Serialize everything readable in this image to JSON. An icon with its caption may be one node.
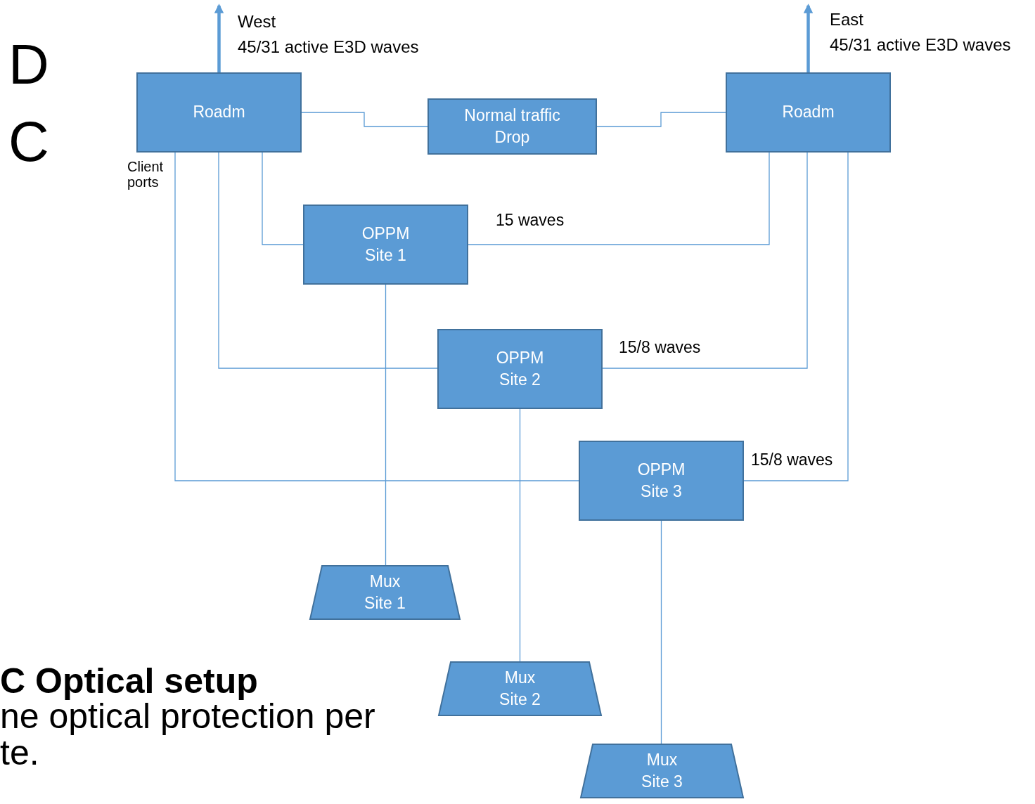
{
  "diagram": {
    "nodes": [
      {
        "text": [
          "Roadm"
        ]
      },
      {
        "text": [
          "Normal traffic",
          "Drop"
        ]
      },
      {
        "text": [
          "Roadm"
        ]
      },
      {
        "text": [
          "OPPM",
          "Site 1"
        ]
      },
      {
        "text": [
          "OPPM",
          "Site 2"
        ]
      },
      {
        "text": [
          "OPPM",
          "Site 3"
        ]
      },
      {
        "text": [
          "Mux",
          "Site 1"
        ]
      },
      {
        "text": [
          "Mux",
          "Site 2"
        ]
      },
      {
        "text": [
          "Mux",
          "Site 3"
        ]
      }
    ],
    "edges": [
      {
        "from": 0,
        "to": null,
        "arrow": "to",
        "style": "thick"
      },
      {
        "from": 2,
        "to": null,
        "arrow": "to",
        "style": "thick"
      },
      {
        "from": 0,
        "to": 1,
        "arrow": "none"
      },
      {
        "from": 1,
        "to": 2,
        "arrow": "none"
      },
      {
        "from": 0,
        "to": 5,
        "arrow": "none"
      },
      {
        "from": 0,
        "to": 4,
        "arrow": "none"
      },
      {
        "from": 0,
        "to": 3,
        "arrow": "none"
      },
      {
        "from": 2,
        "to": 3,
        "arrow": "none",
        "label": "15 waves"
      },
      {
        "from": 2,
        "to": 4,
        "arrow": "none",
        "label": "15/8 waves"
      },
      {
        "from": 2,
        "to": 5,
        "arrow": "none",
        "label": "15/8 waves"
      },
      {
        "from": 3,
        "to": 6,
        "arrow": "none"
      },
      {
        "from": 4,
        "to": 7,
        "arrow": "none"
      },
      {
        "from": 5,
        "to": 8,
        "arrow": "none"
      }
    ],
    "labels": [
      "D",
      "C",
      "West",
      "45/31 active E3D waves",
      "East",
      "45/31 active E3D waves",
      "Client ports",
      "C Optical setup",
      "ne optical protection per",
      "te."
    ]
  }
}
